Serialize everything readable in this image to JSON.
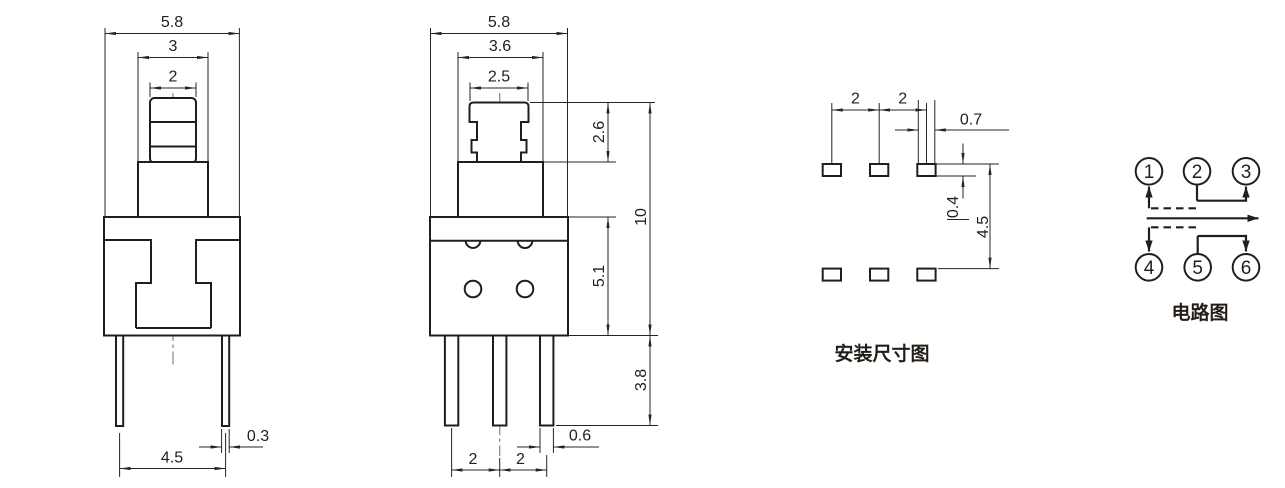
{
  "front_view": {
    "dim_body_width": "5.8",
    "dim_shoulder_width": "3",
    "dim_plunger_width": "2",
    "dim_lead_span": "4.5",
    "dim_lead_width": "0.3"
  },
  "side_view": {
    "dim_body_width": "5.8",
    "dim_shoulder_width": "3.6",
    "dim_plunger_width": "2.5",
    "dim_plunger_height": "2.6",
    "dim_total_height": "10",
    "dim_body_height": "5.1",
    "dim_lead_length": "3.8",
    "dim_lead_pitch_left": "2",
    "dim_lead_pitch_right": "2",
    "dim_lead_width": "0.6"
  },
  "mounting_diagram": {
    "caption": "安装尺寸图",
    "dim_pad_pitch_left": "2",
    "dim_pad_pitch_right": "2",
    "dim_pad_width": "0.7",
    "dim_pad_height": "0.4",
    "dim_row_pitch": "4.5"
  },
  "circuit_diagram": {
    "caption": "电路图",
    "terminals": [
      "1",
      "2",
      "3",
      "4",
      "5",
      "6"
    ]
  }
}
